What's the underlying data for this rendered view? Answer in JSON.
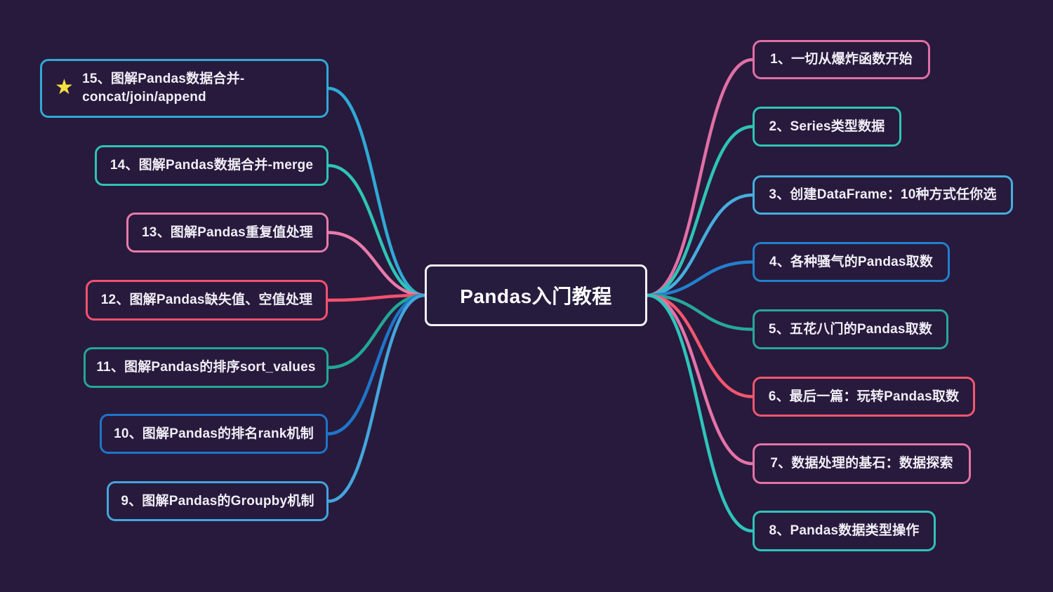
{
  "canvas": {
    "background": "#281a3c"
  },
  "center_node": {
    "label": "Pandas入门教程",
    "border_color": "#f4f2f9",
    "text_color": "#ffffff"
  },
  "star_icon": {
    "glyph": "★",
    "color": "#f5e042"
  },
  "left_nodes": [
    {
      "label": "15、图解Pandas数据合并-concat/join/append",
      "color": "#2fa9d6",
      "starred": true
    },
    {
      "label": "14、图解Pandas数据合并-merge",
      "color": "#2ec4b6",
      "starred": false
    },
    {
      "label": "13、图解Pandas重复值处理",
      "color": "#e87bab",
      "starred": false
    },
    {
      "label": "12、图解Pandas缺失值、空值处理",
      "color": "#f4516e",
      "starred": false
    },
    {
      "label": "11、图解Pandas的排序sort_values",
      "color": "#21a795",
      "starred": false
    },
    {
      "label": "10、图解Pandas的排名rank机制",
      "color": "#1d76c8",
      "starred": false
    },
    {
      "label": "9、图解Pandas的Groupby机制",
      "color": "#44a5dc",
      "starred": false
    }
  ],
  "right_nodes": [
    {
      "label": "1、一切从爆炸函数开始",
      "color": "#e06fa6",
      "starred": false
    },
    {
      "label": "2、Series类型数据",
      "color": "#2ec4b6",
      "starred": false
    },
    {
      "label": "3、创建DataFrame：10种方式任你选",
      "color": "#45aede",
      "starred": false
    },
    {
      "label": "4、各种骚气的Pandas取数",
      "color": "#2280cd",
      "starred": false
    },
    {
      "label": "5、五花八门的Pandas取数",
      "color": "#27a79a",
      "starred": false
    },
    {
      "label": "6、最后一篇：玩转Pandas取数",
      "color": "#f4566f",
      "starred": false
    },
    {
      "label": "7、数据处理的基石：数据探索",
      "color": "#e473a8",
      "starred": false
    },
    {
      "label": "8、Pandas数据类型操作",
      "color": "#2ec4bb",
      "starred": false
    }
  ]
}
